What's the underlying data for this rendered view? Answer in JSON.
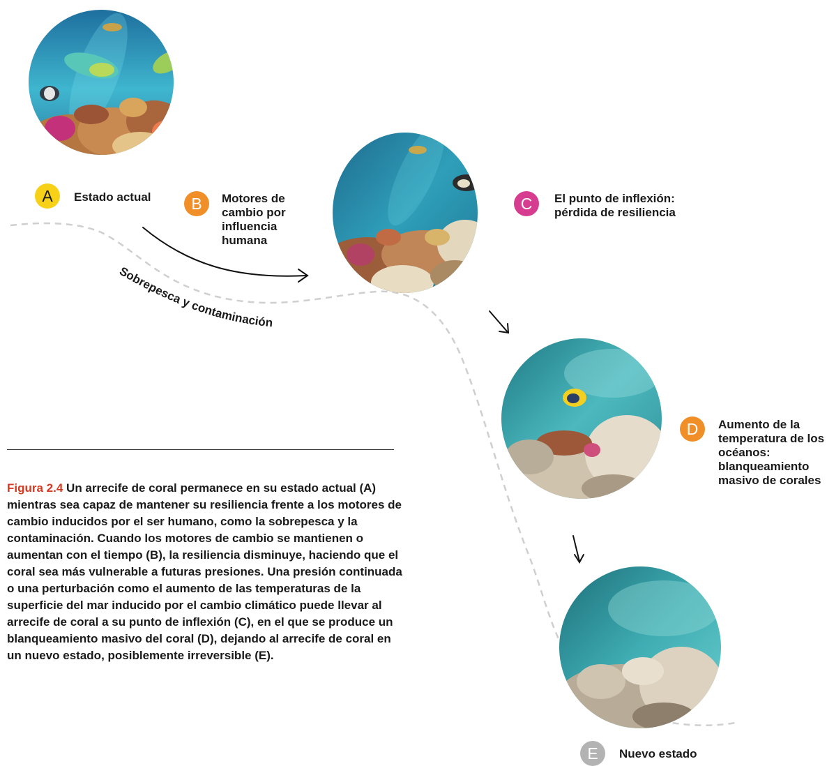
{
  "steps": {
    "a": {
      "letter": "A",
      "label": "Estado actual",
      "color": "#f7d117"
    },
    "b": {
      "letter": "B",
      "label": "Motores de cambio por influencia humana",
      "color": "#f08e28"
    },
    "c": {
      "letter": "C",
      "label": "El punto de inflexión: pérdida de resiliencia",
      "color": "#d63c8f"
    },
    "d": {
      "letter": "D",
      "label": "Aumento de la temperatura de los océanos: blanqueamiento masivo de corales",
      "color": "#f08e28"
    },
    "e": {
      "letter": "E",
      "label": "Nuevo estado",
      "color": "#b3b3b3"
    }
  },
  "curve_label": "Sobrepesca y contaminación",
  "caption": {
    "figure_label": "Figura 2.4",
    "text": "Un arrecife de coral permanece en su estado actual (A) mientras sea capaz de mantener su resiliencia frente a los motores de cambio inducidos por el ser humano, como la sobrepesca y la contaminación. Cuando los motores de cambio se mantienen o aumentan con el tiempo (B), la resiliencia disminuye, haciendo que el coral sea más vulnerable a futuras presiones. Una presión continuada o una perturbación como el aumento de las temperaturas de la superficie del mar inducido por el cambio climático puede llevar al arrecife de coral a su punto de inflexión (C), en el que se produce un blanqueamiento masivo del coral (D), dejando al arrecife de coral en un nuevo estado, posiblemente irreversible (E)."
  },
  "photos": [
    {
      "name": "reef-photo-a",
      "state": "healthy"
    },
    {
      "name": "reef-photo-c",
      "state": "tipping-point"
    },
    {
      "name": "reef-photo-d",
      "state": "bleaching"
    },
    {
      "name": "reef-photo-e",
      "state": "new-state"
    }
  ]
}
